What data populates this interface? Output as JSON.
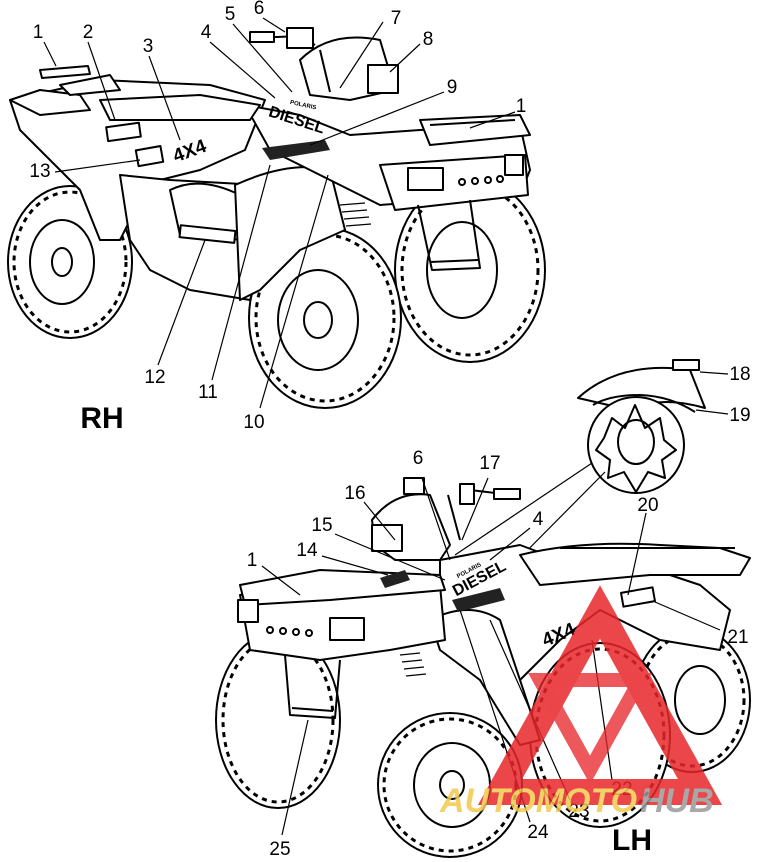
{
  "views": {
    "rh": {
      "label": "RH",
      "callouts": [
        "1",
        "2",
        "3",
        "4",
        "5",
        "6",
        "7",
        "8",
        "9",
        "1",
        "13",
        "12",
        "11",
        "10"
      ],
      "decals": {
        "model": "4X4",
        "brand": "DIESEL",
        "maker": "POLARIS"
      }
    },
    "lh": {
      "label": "LH",
      "callouts": [
        "6",
        "17",
        "16",
        "15",
        "14",
        "1",
        "4",
        "20",
        "21",
        "22",
        "23",
        "24",
        "25"
      ],
      "decals": {
        "model": "4X4",
        "brand": "DIESEL",
        "maker": "POLARIS"
      }
    },
    "fender_detail": {
      "callouts": [
        "18",
        "19"
      ]
    }
  },
  "watermark": {
    "text_a": "AUTOMOTO",
    "text_b": "HUB",
    "color": "#e8262a",
    "accent": "#f2c94c",
    "gray": "#9a9a9a"
  }
}
